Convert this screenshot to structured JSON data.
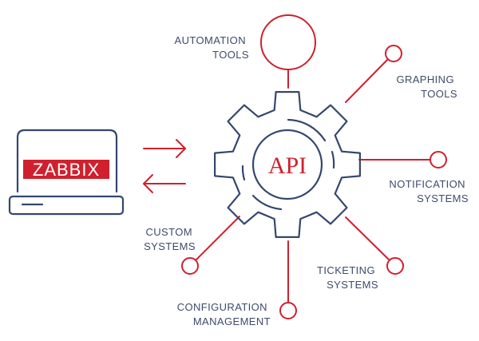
{
  "colors": {
    "accent": "#d0202e",
    "primary": "#34476e",
    "background": "#ffffff"
  },
  "laptop": {
    "brand": "ZABBIX"
  },
  "hub": {
    "label": "API"
  },
  "arrows": {
    "to_api": "arrow-right",
    "from_api": "arrow-left"
  },
  "nodes": [
    {
      "id": "automation",
      "line1": "AUTOMATION",
      "line2": "TOOLS"
    },
    {
      "id": "graphing",
      "line1": "GRAPHING",
      "line2": "TOOLS"
    },
    {
      "id": "notification",
      "line1": "NOTIFICATION",
      "line2": "SYSTEMS"
    },
    {
      "id": "ticketing",
      "line1": "TICKETING",
      "line2": "SYSTEMS"
    },
    {
      "id": "configuration",
      "line1": "CONFIGURATION",
      "line2": "MANAGEMENT"
    },
    {
      "id": "custom",
      "line1": "CUSTOM",
      "line2": "SYSTEMS"
    }
  ]
}
